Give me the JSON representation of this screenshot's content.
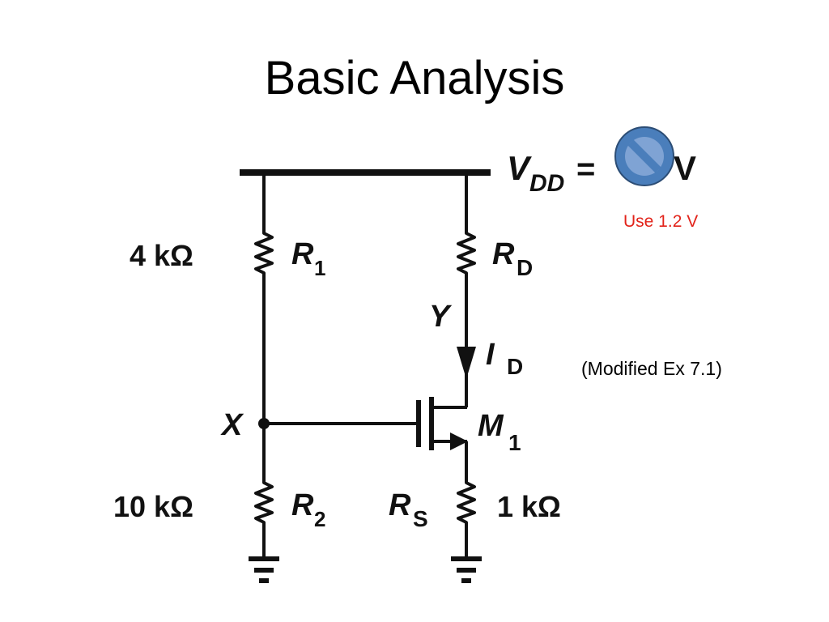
{
  "slide": {
    "title": "Basic Analysis",
    "use_note": "Use 1.2 V",
    "example_note": "(Modified Ex 7.1)"
  },
  "circuit": {
    "vdd_symbol": "V",
    "vdd_sub": "DD",
    "vdd_equals": "=",
    "vdd_value_unit": "V",
    "r1_value": "4 kΩ",
    "r1_symbol": "R",
    "r1_sub": "1",
    "rd_symbol": "R",
    "rd_sub": "D",
    "node_y": "Y",
    "id_symbol": "I",
    "id_sub": "D",
    "node_x": "X",
    "m1_symbol": "M",
    "m1_sub": "1",
    "r2_value": "10 kΩ",
    "r2_symbol": "R",
    "r2_sub": "2",
    "rs_symbol": "R",
    "rs_sub": "S",
    "rs_value": "1 kΩ"
  },
  "icons": {
    "no_sign": "prohibition-icon",
    "no_sign_fill": "#4a7ebb",
    "no_sign_stroke": "#2c4d75"
  },
  "colors": {
    "note_red": "#e2231a",
    "wire": "#111111"
  }
}
